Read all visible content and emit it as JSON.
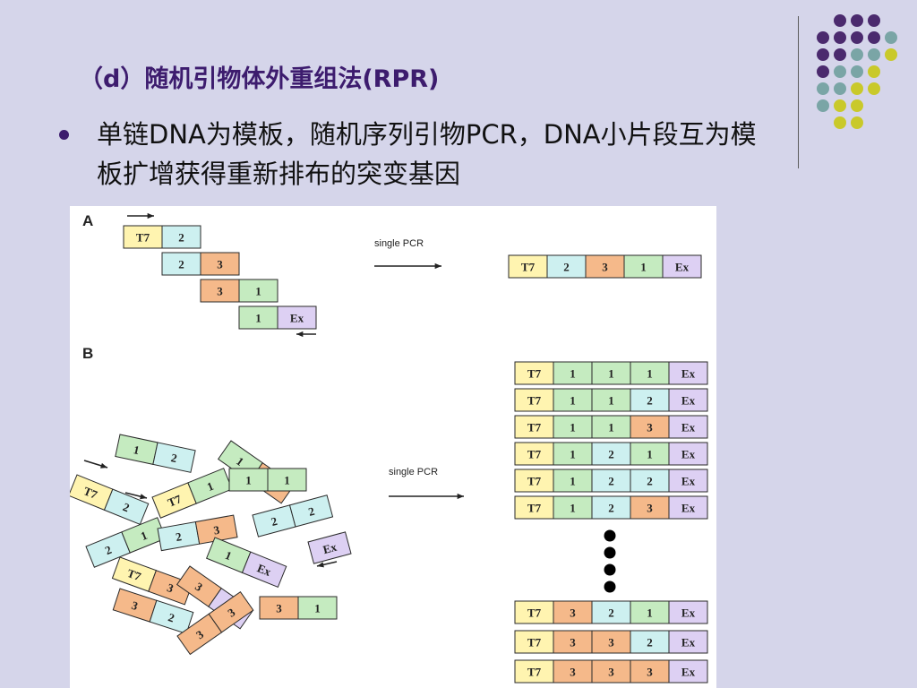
{
  "slide": {
    "title": "（d）随机引物体外重组法(RPR)",
    "bullet": "单链DNA为模板，随机序列引物PCR，DNA小片段互为模板扩增获得重新排布的突变基因"
  },
  "figure": {
    "panel_a_label": "A",
    "panel_b_label": "B",
    "arrow_label_a": "single PCR",
    "arrow_label_b": "single PCR",
    "panel_a_fragments": [
      [
        "T7",
        "2"
      ],
      [
        "2",
        "3"
      ],
      [
        "3",
        "1"
      ],
      [
        "1",
        "Ex"
      ]
    ],
    "panel_a_product": [
      "T7",
      "2",
      "3",
      "1",
      "Ex"
    ],
    "panel_b_fragments": [
      [
        "1",
        "2"
      ],
      [
        "1",
        "3"
      ],
      [
        "T7",
        "2"
      ],
      [
        "T7",
        "1"
      ],
      [
        "1",
        "1"
      ],
      [
        "2",
        "2"
      ],
      [
        "2",
        "1"
      ],
      [
        "2",
        "3"
      ],
      [
        "1",
        "Ex"
      ],
      [
        "Ex"
      ],
      [
        "T7",
        "3"
      ],
      [
        "3",
        "Ex"
      ],
      [
        "3",
        "2"
      ],
      [
        "3",
        "3"
      ],
      [
        "3",
        "1"
      ]
    ],
    "panel_b_products_top": [
      [
        "T7",
        "1",
        "1",
        "1",
        "Ex"
      ],
      [
        "T7",
        "1",
        "1",
        "2",
        "Ex"
      ],
      [
        "T7",
        "1",
        "1",
        "3",
        "Ex"
      ],
      [
        "T7",
        "1",
        "2",
        "1",
        "Ex"
      ],
      [
        "T7",
        "1",
        "2",
        "2",
        "Ex"
      ],
      [
        "T7",
        "1",
        "2",
        "3",
        "Ex"
      ]
    ],
    "panel_b_products_bottom": [
      [
        "T7",
        "3",
        "2",
        "1",
        "Ex"
      ],
      [
        "T7",
        "3",
        "3",
        "2",
        "Ex"
      ],
      [
        "T7",
        "3",
        "3",
        "3",
        "Ex"
      ]
    ]
  },
  "colors": {
    "background": "#d5d5ea",
    "title": "#3d1c6e",
    "dot_purple": "#4b2a6e",
    "dot_teal": "#7aa5a6",
    "dot_yellow": "#c9c92a",
    "segment_T7": "#fff4b0",
    "segment_1": "#c5ebc0",
    "segment_2": "#cdf0f0",
    "segment_3": "#f5b98a",
    "segment_Ex": "#ddd0f3"
  }
}
